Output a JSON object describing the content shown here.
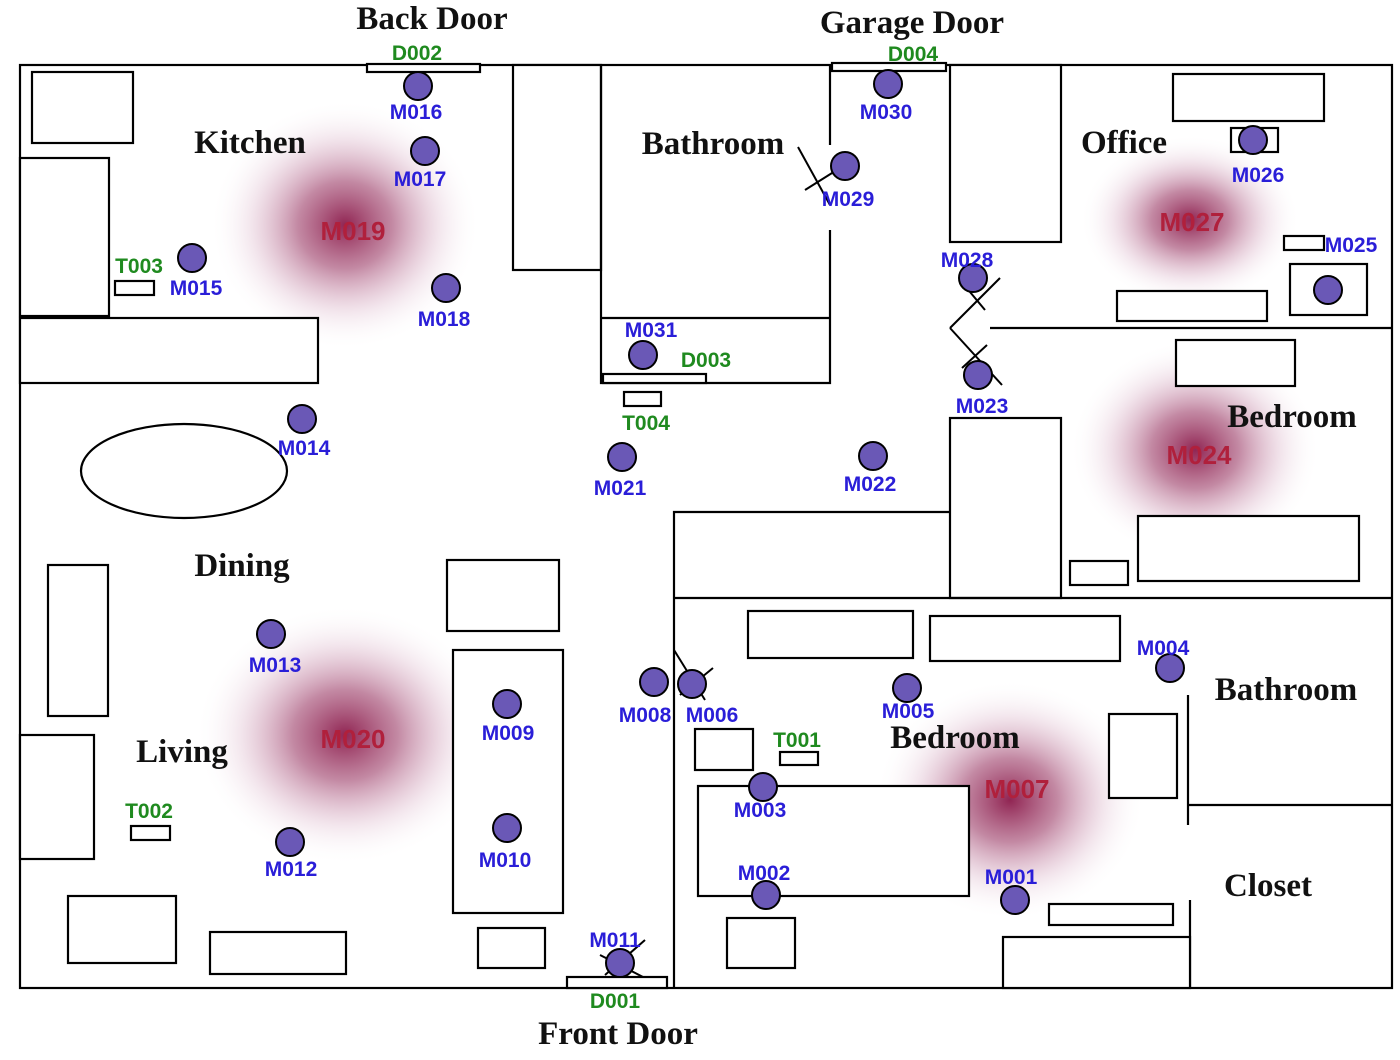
{
  "colors": {
    "motion_label": "#2a1ed8",
    "hotspot_label": "#b0203c",
    "door_temp_label": "#1f8a1f",
    "sensor_fill": "#6a58b6",
    "heat": "#8b1a4a"
  },
  "exterior": {
    "back_door": "Back Door",
    "garage_door": "Garage Door",
    "front_door": "Front Door"
  },
  "rooms": {
    "kitchen": "Kitchen",
    "bathroom_top": "Bathroom",
    "office": "Office",
    "bedroom_right": "Bedroom",
    "dining": "Dining",
    "living": "Living",
    "bathroom_right": "Bathroom",
    "bedroom_bottom": "Bedroom",
    "closet": "Closet"
  },
  "hotspots": {
    "M019": "M019",
    "M027": "M027",
    "M024": "M024",
    "M020": "M020",
    "M007": "M007"
  },
  "sensors": {
    "M001": "M001",
    "M002": "M002",
    "M003": "M003",
    "M004": "M004",
    "M005": "M005",
    "M006": "M006",
    "M008": "M008",
    "M009": "M009",
    "M010": "M010",
    "M011": "M011",
    "M012": "M012",
    "M013": "M013",
    "M014": "M014",
    "M015": "M015",
    "M016": "M016",
    "M017": "M017",
    "M018": "M018",
    "M021": "M021",
    "M022": "M022",
    "M023": "M023",
    "M025": "M025",
    "M026": "M026",
    "M028": "M028",
    "M029": "M029",
    "M030": "M030",
    "M031": "M031"
  },
  "doors": {
    "D001": "D001",
    "D002": "D002",
    "D003": "D003",
    "D004": "D004"
  },
  "temps": {
    "T001": "T001",
    "T002": "T002",
    "T003": "T003",
    "T004": "T004"
  }
}
